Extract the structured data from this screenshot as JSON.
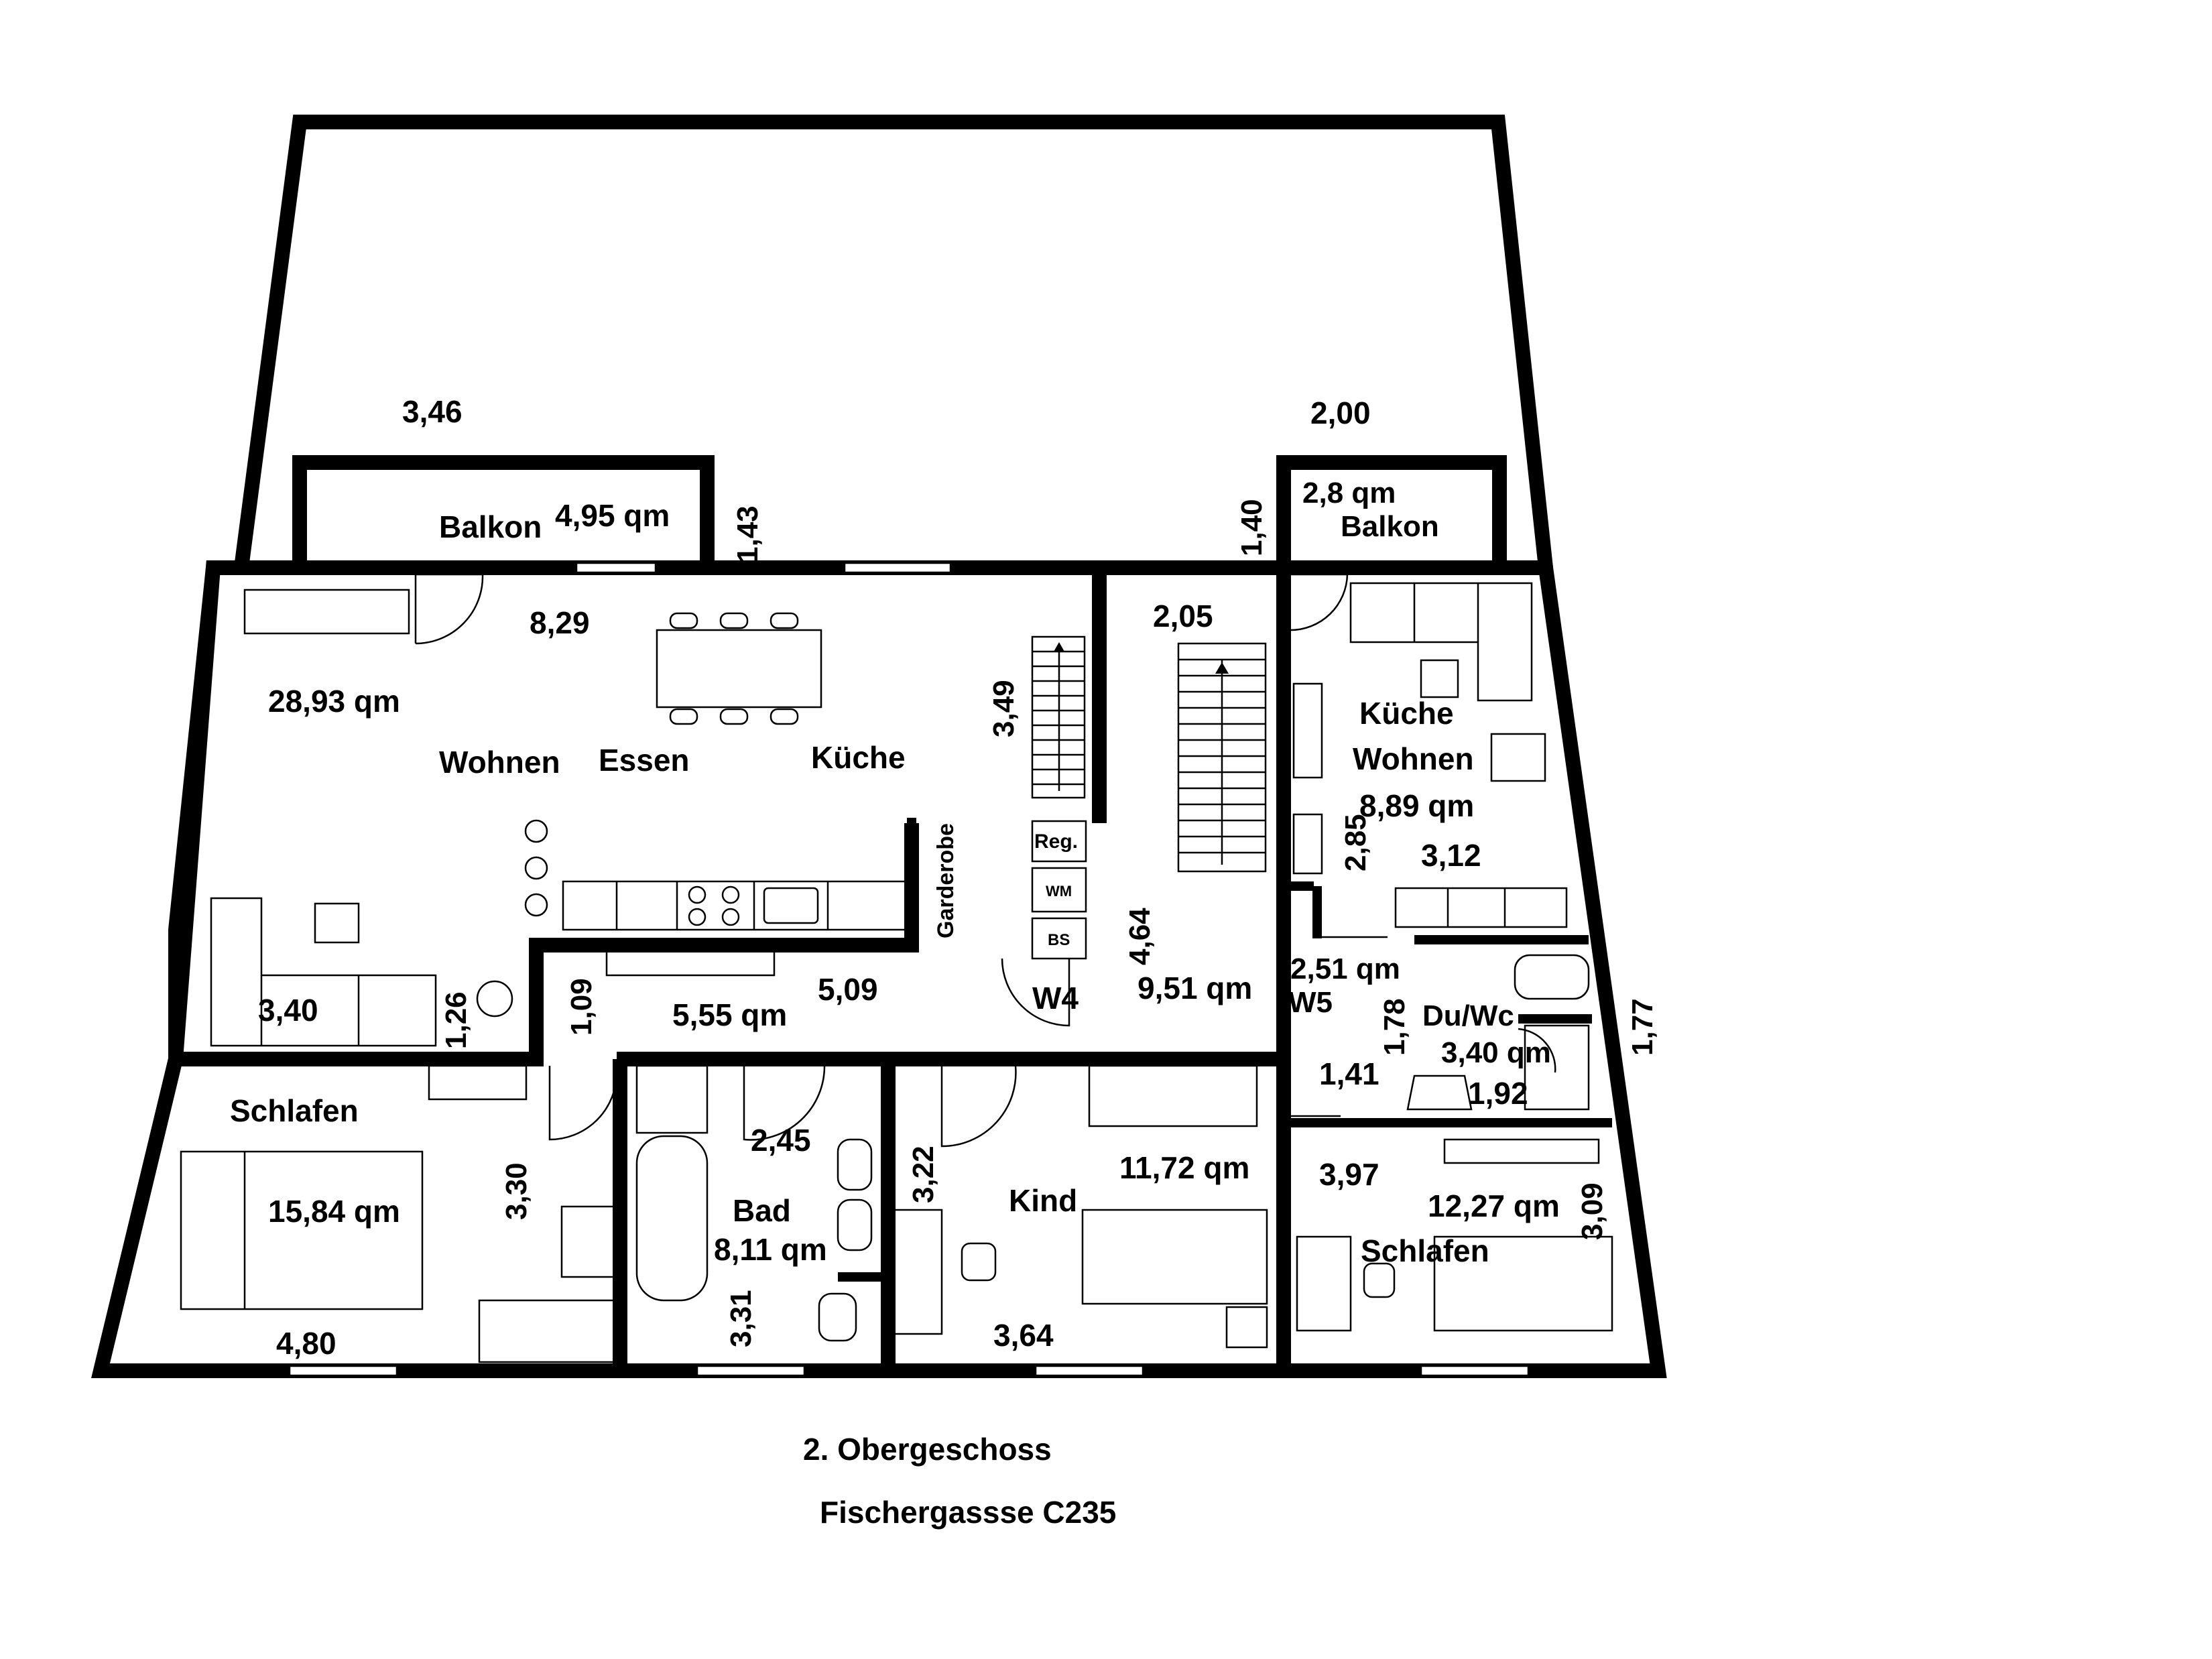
{
  "plan": {
    "title": "2. Obergeschoss",
    "address": "Fischergassse C235",
    "colors": {
      "walls": "#000000",
      "background": "#ffffff"
    },
    "rooms": {
      "wohnen": "Wohnen",
      "essen": "Essen",
      "kueche": "Küche",
      "living_area": "28,93 qm",
      "balkon_left": "Balkon",
      "balkon_left_area": "4,95 qm",
      "balkon_right": "Balkon",
      "balkon_right_area": "2,8 qm",
      "kueche_wohnen_1": "Küche",
      "kueche_wohnen_2": "Wohnen",
      "kueche_wohnen_area": "8,89 qm",
      "schlafen_left": "Schlafen",
      "schlafen_left_area": "15,84 qm",
      "bad": "Bad",
      "bad_area": "8,11 qm",
      "kind": "Kind",
      "kind_area": "11,72 qm",
      "schlafen_right": "Schlafen",
      "schlafen_right_area": "12,27 qm",
      "duwc": "Du/Wc",
      "duwc_area": "3,40 qm",
      "flur_area": "5,55 qm",
      "stair_area": "9,51 qm",
      "w5_area": "2,51 qm",
      "garderobe": "Garderobe",
      "reg": "Reg.",
      "wm": "WM",
      "bs": "BS",
      "w4": "W4",
      "w5": "W5"
    },
    "dimensions": {
      "d_346": "3,46",
      "d_200": "2,00",
      "d_143": "1,43",
      "d_140": "1,40",
      "d_829": "8,29",
      "d_205": "2,05",
      "d_349": "3,49",
      "d_464": "4,64",
      "d_285": "2,85",
      "d_312": "3,12",
      "d_340": "3,40",
      "d_126": "1,26",
      "d_109": "1,09",
      "d_509": "5,09",
      "d_178": "1,78",
      "d_141": "1,41",
      "d_192": "1,92",
      "d_177": "1,77",
      "d_330": "3,30",
      "d_245": "2,45",
      "d_322": "3,22",
      "d_397": "3,97",
      "d_309": "3,09",
      "d_480": "4,80",
      "d_331": "3,31",
      "d_364": "3,64"
    }
  }
}
